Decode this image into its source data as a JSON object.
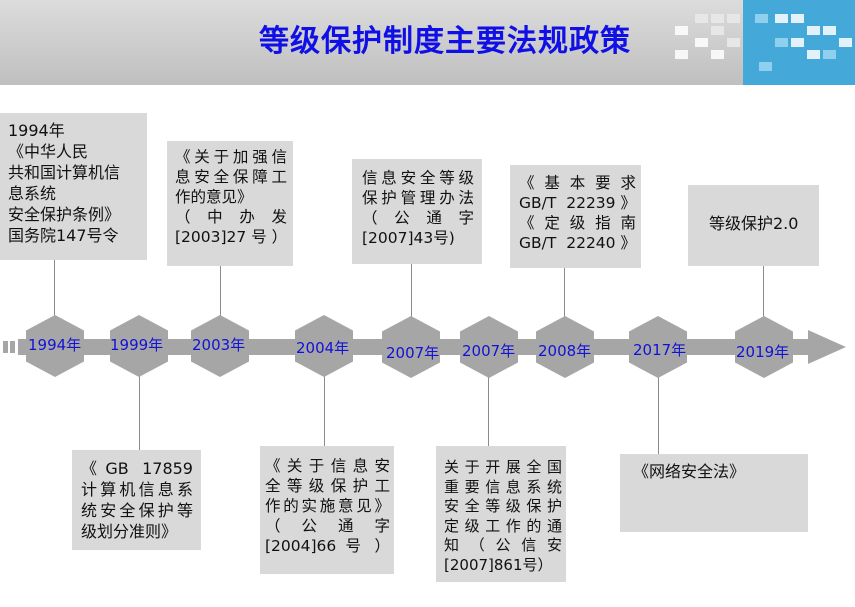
{
  "title": "等级保护制度主要法规政策",
  "milestones": [
    {
      "year": "1994年",
      "text": [
        "1994年",
        "《中华人民",
        "共和国计算机信",
        "息系统",
        "安全保护条例》",
        "国务院147号令"
      ]
    },
    {
      "year": "1999年",
      "text": [
        "《GB 17859",
        "计算机信息系",
        "统安全保护等",
        "级划分准则》"
      ]
    },
    {
      "year": "2003年",
      "text": [
        "《关于加强信",
        "息安全保障工",
        "作的意见》",
        "（ 中 办 发",
        "[2003]27 号 ）"
      ]
    },
    {
      "year": "2004年",
      "text": [
        "《关于信息安",
        "全等级保护工",
        "作的实施意见》",
        "（ 公 通 字",
        "[2004]66 号 ）"
      ]
    },
    {
      "year": "2007年",
      "text": [
        "信息安全等级",
        "保护管理办法",
        "（ 公 通 字",
        "[2007]43号)"
      ]
    },
    {
      "year": "2007年",
      "text": [
        "关于开展全国",
        "重要信息系统",
        "安全等级保护",
        "定级工作的通",
        "知（公信安",
        "[2007]861号）"
      ]
    },
    {
      "year": "2008年",
      "text": [
        "《基本要求",
        "GB/T 22239》",
        "《定级指南",
        "GB/T 22240》"
      ]
    },
    {
      "year": "2017年",
      "text": [
        "《网络安全法》"
      ]
    },
    {
      "year": "2019年",
      "text": [
        "等级保护2.0"
      ]
    }
  ],
  "colors": {
    "title": "#1010e6",
    "year_label": "#1212d6",
    "box_bg": "#d9d9d9",
    "timeline": "#a6a6a6",
    "header_accent": "#44a8d9"
  }
}
